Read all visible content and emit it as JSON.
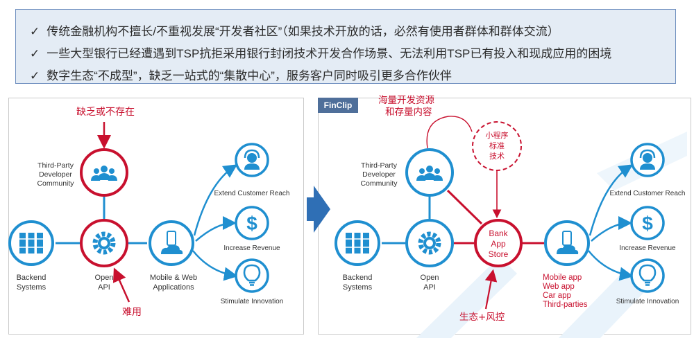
{
  "bullets": [
    "传统金融机构不擅长/不重视发展“开发者社区”（如果技术开放的话，必然有使用者群体和群体交流）",
    "一些大型银行已经遭遇到TSP抗拒采用银行封闭技术开发合作场景、无法利用TSP已有投入和现成应用的困境",
    "数字生态“不成型”，缺乏一站式的“集散中心”，服务客户同时吸引更多合作伙伴"
  ],
  "check_symbol": "✓",
  "left": {
    "community": [
      "Third-Party",
      "Developer",
      "Community"
    ],
    "backend": [
      "Backend",
      "Systems"
    ],
    "api": [
      "Open",
      "API"
    ],
    "apps": [
      "Mobile & Web",
      "Applications"
    ],
    "outcomes": [
      "Extend Customer Reach",
      "Increase Revenue",
      "Stimulate Innovation"
    ],
    "note_missing": "缺乏或不存在",
    "note_hard": "难用"
  },
  "right": {
    "badge": "FinClip",
    "community": [
      "Third-Party",
      "Developer",
      "Community"
    ],
    "backend": [
      "Backend",
      "Systems"
    ],
    "api": [
      "Open",
      "API"
    ],
    "store": [
      "Bank",
      "App",
      "Store"
    ],
    "channels": [
      "Mobile app",
      "Web app",
      "Car app",
      "Third-parties"
    ],
    "outcomes": [
      "Extend Customer Reach",
      "Increase Revenue",
      "Stimulate Innovation"
    ],
    "note_resources": [
      "海量开发资源",
      "和存量内容"
    ],
    "note_standard": [
      "小程序",
      "标准",
      "技术"
    ],
    "note_eco": "生态+风控"
  },
  "colors": {
    "blue": "#1f8fd0",
    "red": "#c8102e",
    "text": "#333333"
  }
}
